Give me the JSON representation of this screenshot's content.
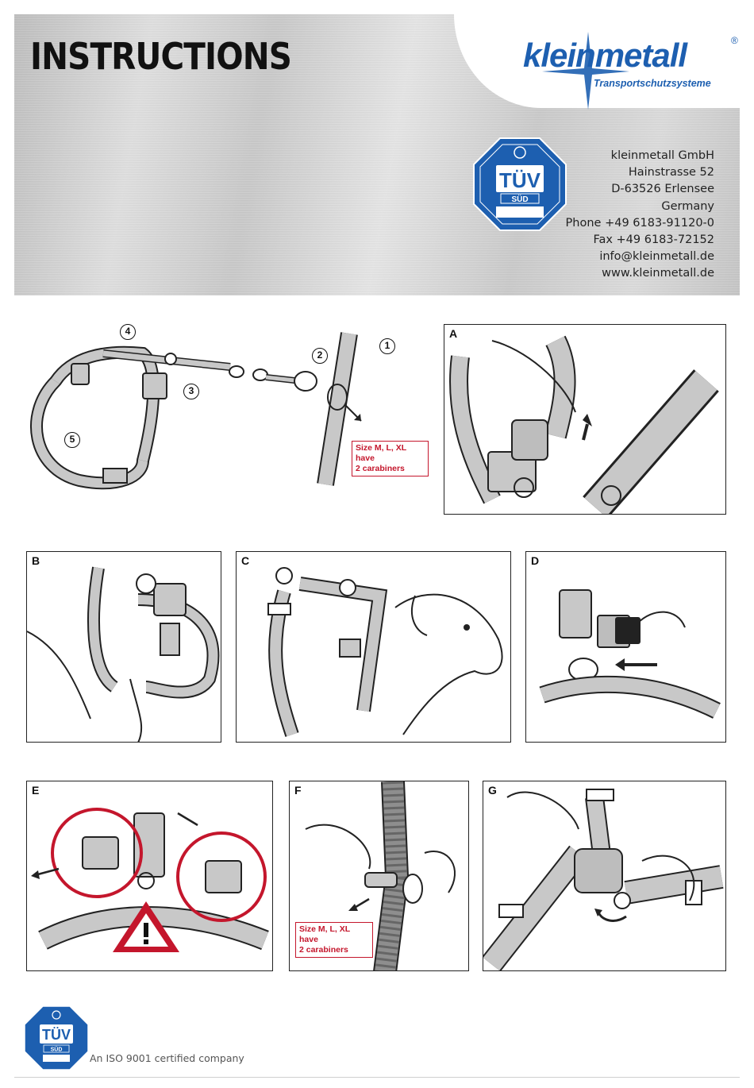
{
  "header": {
    "title": "INSTRUCTIONS",
    "brand": {
      "name": "kleinmetall",
      "registered": "®",
      "tagline": "Transportschutzsysteme",
      "color": "#1d5fb0"
    },
    "certification_seal": {
      "icon": "tuv-sued-octagon-seal",
      "text": "TÜV SÜD"
    },
    "address": [
      "kleinmetall GmbH",
      "Hainstrasse 52",
      "D-63526 Erlensee",
      "Germany",
      "Phone +49 6183-91120-0",
      "Fax +49 6183-72152",
      "info@kleinmetall.de",
      "www.kleinmetall.de"
    ]
  },
  "overview": {
    "step_numbers": [
      "1",
      "2",
      "3",
      "4",
      "5"
    ],
    "note": {
      "line1": "Size M, L, XL have",
      "line2": "2 carabiners",
      "color": "#c4162c"
    }
  },
  "panels": {
    "A": {
      "label": "A"
    },
    "B": {
      "label": "B"
    },
    "C": {
      "label": "C"
    },
    "D": {
      "label": "D"
    },
    "E": {
      "label": "E",
      "warning_icon": "warning-triangle-icon"
    },
    "F": {
      "label": "F",
      "note": {
        "line1": "Size M, L, XL have",
        "line2": "2 carabiners"
      }
    },
    "G": {
      "label": "G"
    }
  },
  "footer": {
    "seal_icon": "tuv-sued-iso-9001-seal",
    "text": "An ISO 9001 certified company"
  },
  "colors": {
    "accent_blue": "#1d5fb0",
    "warning_red": "#c4162c",
    "strap_gray": "#bdbdbd"
  }
}
